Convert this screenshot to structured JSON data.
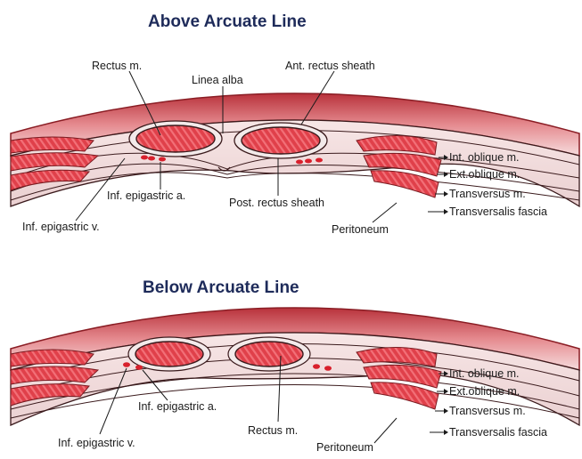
{
  "panels": [
    {
      "title": "Above Arcuate Line",
      "labels": {
        "rectus": "Rectus m.",
        "linea_alba": "Linea alba",
        "ant_rectus_sheath": "Ant. rectus sheath",
        "int_oblique": "Int. oblique m.",
        "ext_oblique": "Ext.oblique m.",
        "transversus": "Transversus m.",
        "transversalis_fascia": "Transversalis fascia",
        "inf_epigastric_a": "Inf. epigastric a.",
        "post_rectus_sheath": "Post. rectus sheath",
        "peritoneum": "Peritoneum",
        "inf_epigastric_v": "Inf. epigastric v."
      }
    },
    {
      "title": "Below Arcuate Line",
      "labels": {
        "int_oblique": "Int. oblique m.",
        "ext_oblique": "Ext.oblique m.",
        "transversus": "Transversus m.",
        "transversalis_fascia": "Transversalis fascia",
        "inf_epigastric_a": "Inf. epigastric a.",
        "rectus": "Rectus m.",
        "peritoneum": "Peritoneum",
        "inf_epigastric_v": "Inf. epigastric v."
      }
    }
  ],
  "colors": {
    "title": "#1e2b5a",
    "muscle": "#e0404a",
    "muscle_dark": "#9a1c24",
    "skin": "#c93a44",
    "sheath_fill": "#efe2e3",
    "outline": "#3a1a1c"
  }
}
